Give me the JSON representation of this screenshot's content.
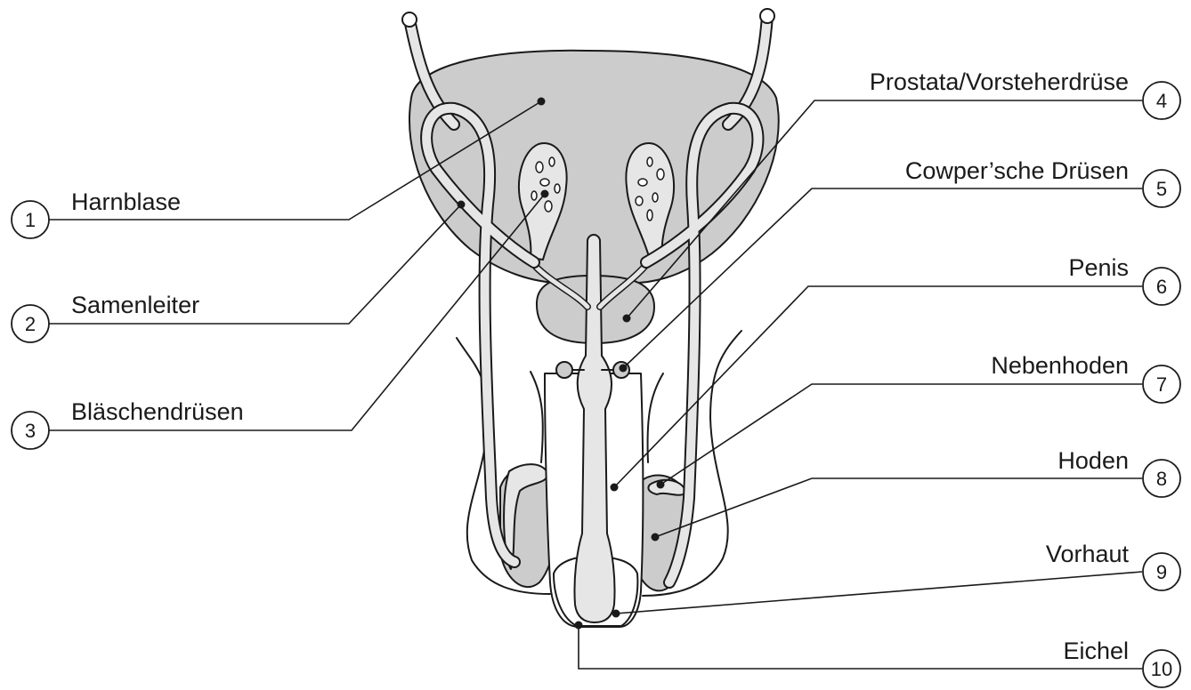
{
  "labels": [
    {
      "num": "1",
      "text": "Harnblase"
    },
    {
      "num": "2",
      "text": "Samenleiter"
    },
    {
      "num": "3",
      "text": "Bläschendrüsen"
    },
    {
      "num": "4",
      "text": "Prostata/Vorsteherdrüse"
    },
    {
      "num": "5",
      "text": "Cowper’sche Drüsen"
    },
    {
      "num": "6",
      "text": "Penis"
    },
    {
      "num": "7",
      "text": "Nebenhoden"
    },
    {
      "num": "8",
      "text": "Hoden"
    },
    {
      "num": "9",
      "text": "Vorhaut"
    },
    {
      "num": "10",
      "text": "Eichel"
    }
  ],
  "colors": {
    "ink": "#1a1a1a",
    "organ_fill": "#cccccc",
    "duct_fill": "#e6e6e6",
    "background": "#ffffff"
  }
}
